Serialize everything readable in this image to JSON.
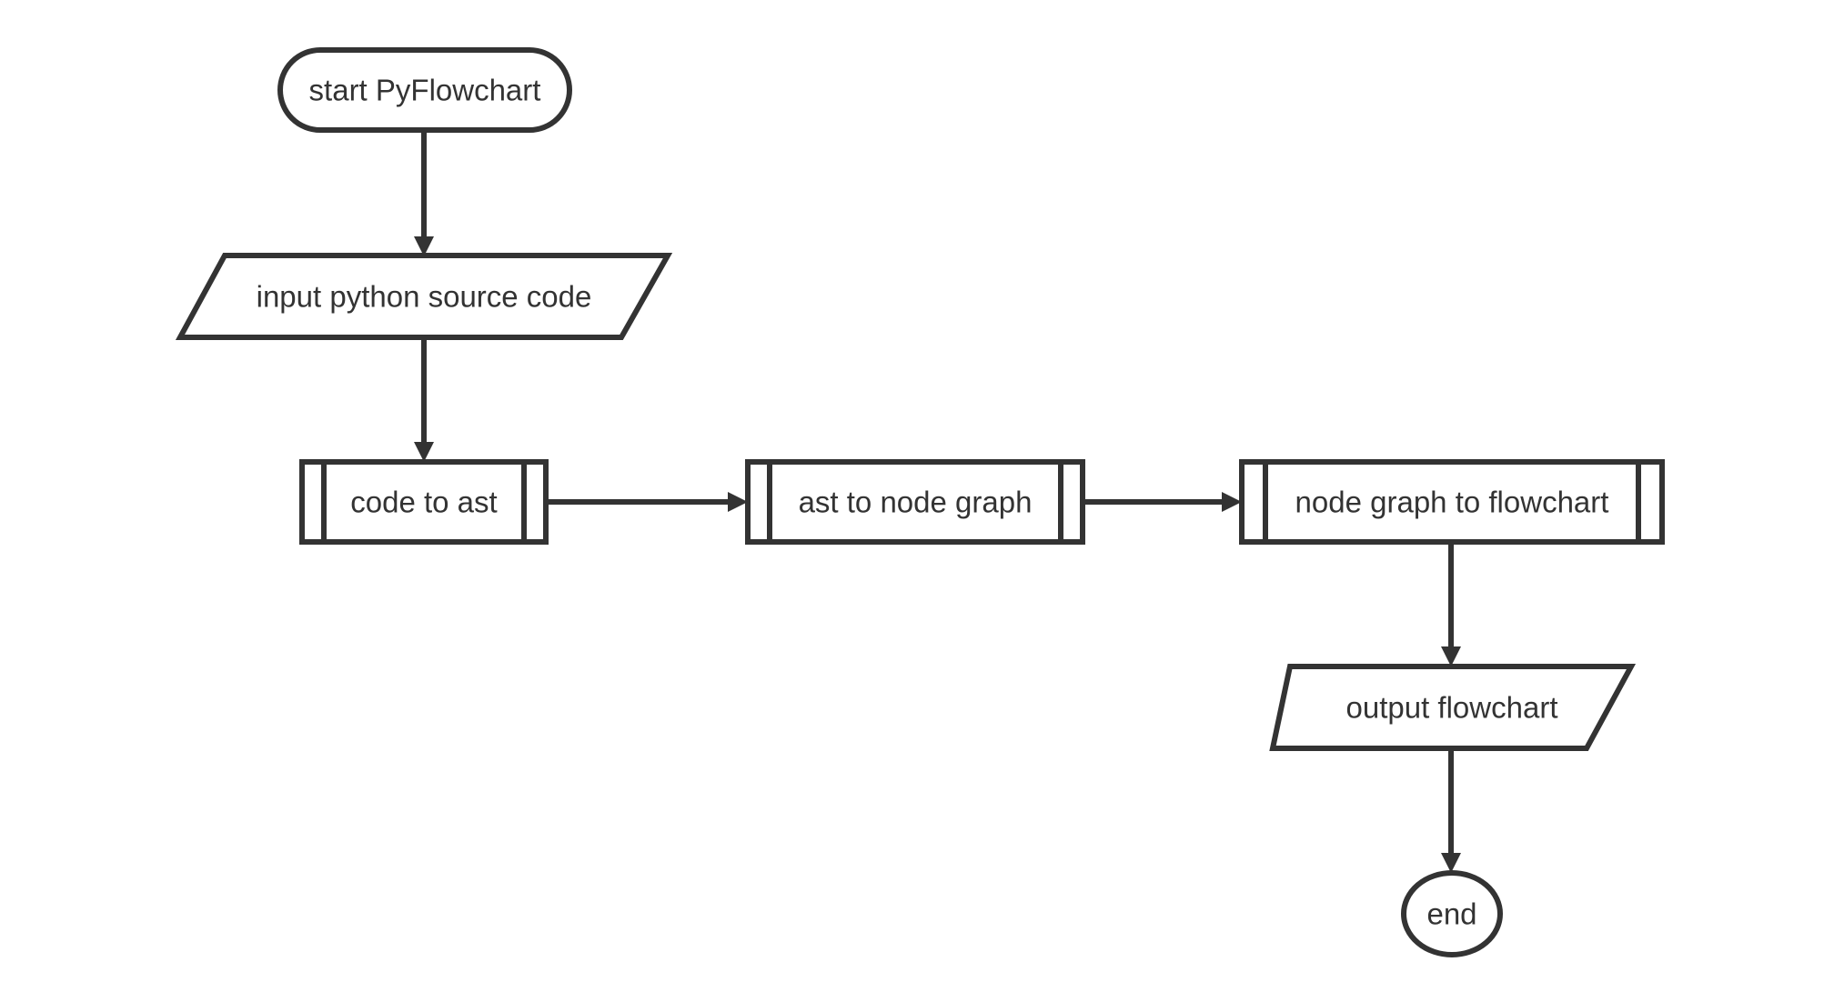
{
  "nodes": {
    "start": {
      "label": "start PyFlowchart"
    },
    "input": {
      "label": "input python source code"
    },
    "code_to_ast": {
      "label": "code to ast"
    },
    "ast_to_node_graph": {
      "label": "ast to node graph"
    },
    "node_graph_to_flowchart": {
      "label": "node graph to flowchart"
    },
    "output": {
      "label": "output flowchart"
    },
    "end": {
      "label": "end"
    }
  },
  "edges": [
    {
      "from": "start",
      "to": "input"
    },
    {
      "from": "input",
      "to": "code_to_ast"
    },
    {
      "from": "code_to_ast",
      "to": "ast_to_node_graph"
    },
    {
      "from": "ast_to_node_graph",
      "to": "node_graph_to_flowchart"
    },
    {
      "from": "node_graph_to_flowchart",
      "to": "output"
    },
    {
      "from": "output",
      "to": "end"
    }
  ],
  "colors": {
    "stroke": "#333333",
    "fill": "#ffffff",
    "text": "#333333"
  }
}
